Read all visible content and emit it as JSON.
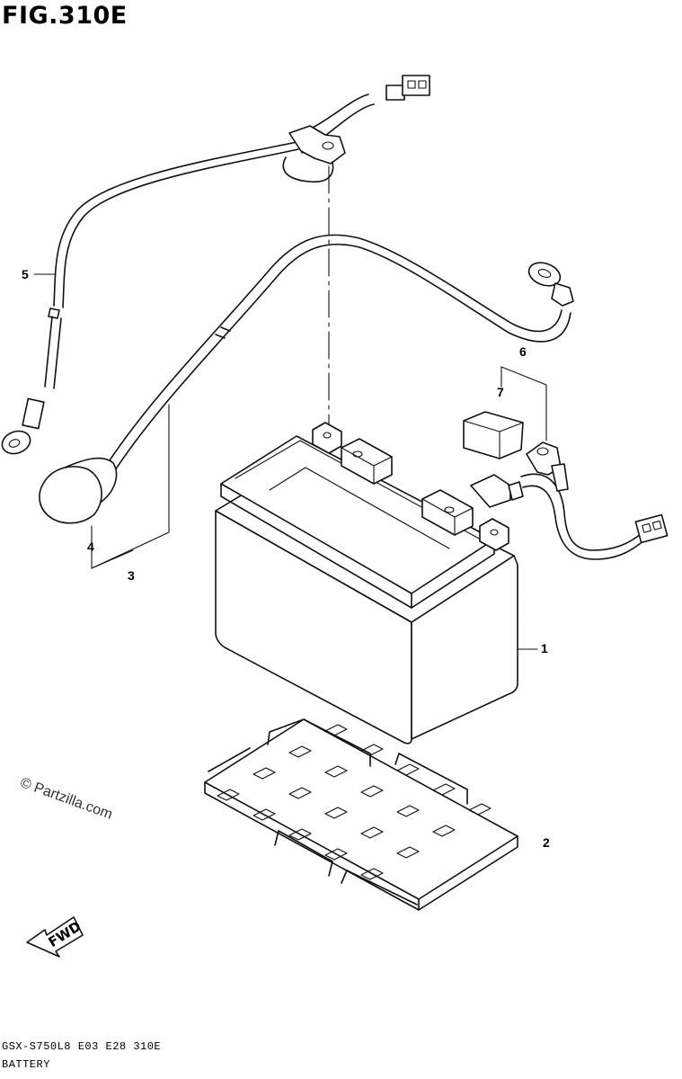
{
  "figure": {
    "title": "FIG.310E"
  },
  "callouts": [
    {
      "id": "1",
      "label": "1"
    },
    {
      "id": "2",
      "label": "2"
    },
    {
      "id": "3",
      "label": "3"
    },
    {
      "id": "4",
      "label": "4"
    },
    {
      "id": "5",
      "label": "5"
    },
    {
      "id": "6",
      "label": "6"
    },
    {
      "id": "7",
      "label": "7"
    }
  ],
  "watermark": "© Partzilla.com",
  "fwd_label": "FWD",
  "footer": {
    "code": "GSX-S750L8  E03  E28  310E",
    "name": "BATTERY"
  }
}
